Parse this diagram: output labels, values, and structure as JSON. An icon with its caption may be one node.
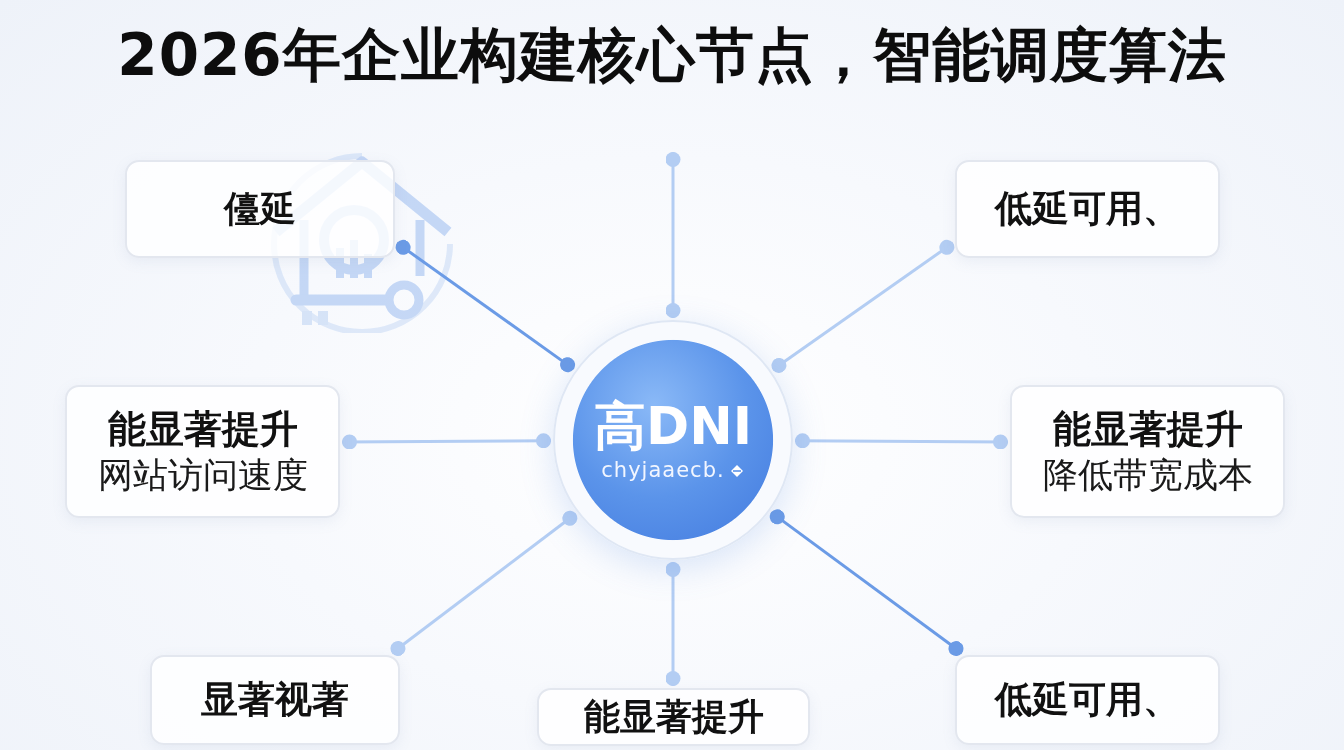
{
  "diagram": {
    "title": "2026年企业构建核心节点，智能调度算法",
    "nodes": [
      {
        "text": [
          "儓延"
        ]
      },
      {
        "text": [
          "低延可用、"
        ]
      },
      {
        "text": [
          "能显著提升",
          "网站访问速度"
        ]
      },
      {
        "text": [
          "高DNI",
          "chyjaaecb."
        ]
      },
      {
        "text": [
          "能显著提升",
          "降低带宽成本"
        ]
      },
      {
        "text": [
          "显著视著"
        ]
      },
      {
        "text": [
          "能显著提升"
        ]
      },
      {
        "text": [
          "低延可用、"
        ]
      }
    ],
    "edges": [
      {
        "from": 3,
        "to": 0,
        "arrow": "other",
        "color": "#6b9be6"
      },
      {
        "from": 3,
        "to": null,
        "arrow": "other"
      },
      {
        "from": 3,
        "to": 1,
        "arrow": "other"
      },
      {
        "from": 3,
        "to": 2,
        "arrow": "other"
      },
      {
        "from": 3,
        "to": 4,
        "arrow": "other"
      },
      {
        "from": 3,
        "to": 5,
        "arrow": "other"
      },
      {
        "from": 3,
        "to": 6,
        "arrow": "other"
      },
      {
        "from": 3,
        "to": 7,
        "arrow": "other",
        "color": "#6b9be6"
      }
    ]
  }
}
